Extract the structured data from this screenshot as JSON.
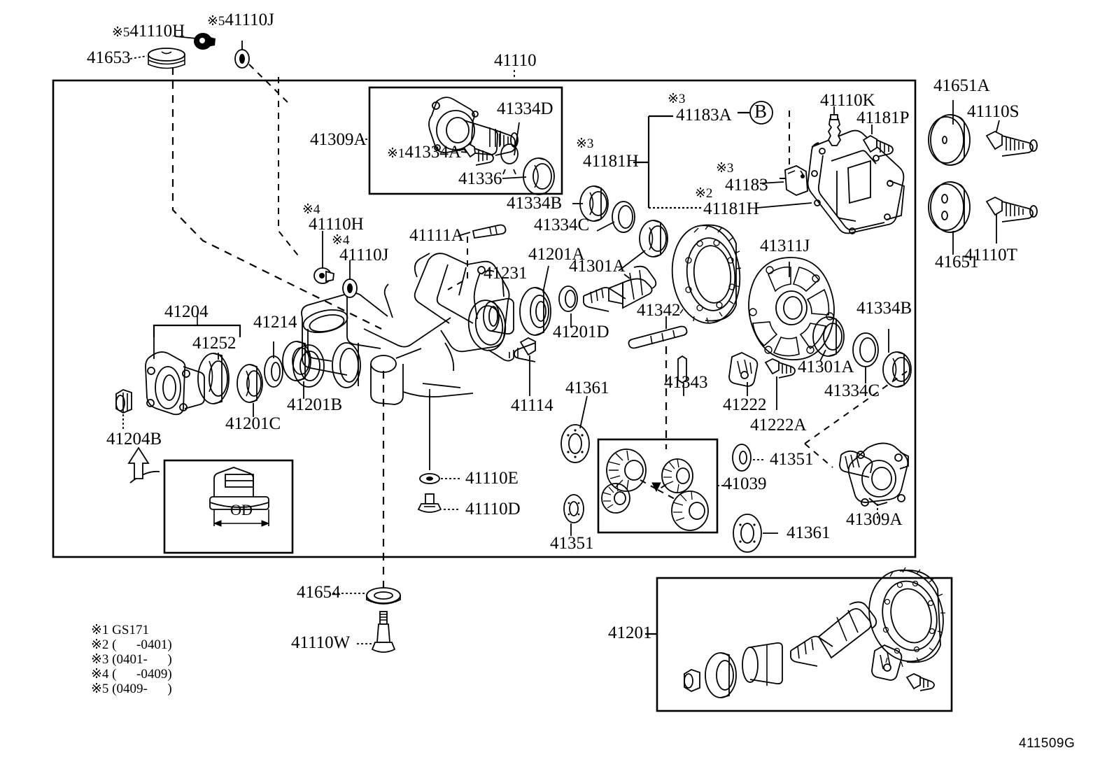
{
  "diagram": {
    "id_code": "411509G",
    "main_label": "41110",
    "inset_od_text": "OD",
    "callout_b": "B"
  },
  "footnotes": {
    "items": [
      "※1 GS171",
      "※2 (      -0401)",
      "※3 (0401-      )",
      "※4 (      -0409)",
      "※5 (0409-      )"
    ]
  },
  "labels": {
    "top_left": [
      {
        "id": "l-41110h-top",
        "mark": "※5",
        "text": "41110H"
      },
      {
        "id": "l-41110j-top",
        "mark": "※5",
        "text": "41110J"
      },
      {
        "id": "l-41653",
        "mark": "",
        "text": "41653"
      }
    ],
    "inset_41309a": [
      {
        "id": "l-41309a",
        "mark": "",
        "text": "41309A"
      },
      {
        "id": "l-41334d",
        "mark": "",
        "text": "41334D"
      },
      {
        "id": "l-41334a",
        "mark": "※1",
        "text": "41334A"
      },
      {
        "id": "l-41336",
        "mark": "",
        "text": "41336"
      }
    ],
    "carrier_group": [
      {
        "id": "l-41181h-left",
        "mark": "※3",
        "text": "41181H"
      },
      {
        "id": "l-41183a",
        "mark": "※3",
        "text": "41183A"
      },
      {
        "id": "l-41183",
        "mark": "※3",
        "text": "41183"
      },
      {
        "id": "l-41181h-low",
        "mark": "※2",
        "text": "41181H"
      },
      {
        "id": "l-41110k",
        "mark": "",
        "text": "41110K"
      },
      {
        "id": "l-41181p",
        "mark": "",
        "text": "41181P"
      }
    ],
    "right_column": [
      {
        "id": "l-41651a",
        "mark": "",
        "text": "41651A"
      },
      {
        "id": "l-41110s",
        "mark": "",
        "text": "41110S"
      },
      {
        "id": "l-41110t",
        "mark": "",
        "text": "41110T"
      },
      {
        "id": "l-41651",
        "mark": "",
        "text": "41651"
      }
    ],
    "center": [
      {
        "id": "l-41334b-top",
        "mark": "",
        "text": "41334B"
      },
      {
        "id": "l-41334c-top",
        "mark": "",
        "text": "41334C"
      },
      {
        "id": "l-41110h-mid",
        "mark": "※4",
        "text": "41110H"
      },
      {
        "id": "l-41110j-mid",
        "mark": "※4",
        "text": "41110J"
      },
      {
        "id": "l-41111a",
        "mark": "",
        "text": "41111A"
      },
      {
        "id": "l-41231",
        "mark": "",
        "text": "41231"
      },
      {
        "id": "l-41201a",
        "mark": "",
        "text": "41201A"
      },
      {
        "id": "l-41301a-top",
        "mark": "",
        "text": "41301A"
      },
      {
        "id": "l-41201d",
        "mark": "",
        "text": "41201D"
      },
      {
        "id": "l-41311j",
        "mark": "",
        "text": "41311J"
      },
      {
        "id": "l-41342",
        "mark": "",
        "text": "41342"
      },
      {
        "id": "l-41343",
        "mark": "",
        "text": "41343"
      },
      {
        "id": "l-41222",
        "mark": "",
        "text": "41222"
      },
      {
        "id": "l-41222a",
        "mark": "",
        "text": "41222A"
      },
      {
        "id": "l-41301a-right",
        "mark": "",
        "text": "41301A"
      },
      {
        "id": "l-41334b-right",
        "mark": "",
        "text": "41334B"
      },
      {
        "id": "l-41334c-right",
        "mark": "",
        "text": "41334C"
      }
    ],
    "left_shaft": [
      {
        "id": "l-41204",
        "mark": "",
        "text": "41204"
      },
      {
        "id": "l-41252",
        "mark": "",
        "text": "41252"
      },
      {
        "id": "l-41214",
        "mark": "",
        "text": "41214"
      },
      {
        "id": "l-41201c",
        "mark": "",
        "text": "41201C"
      },
      {
        "id": "l-41201b",
        "mark": "",
        "text": "41201B"
      },
      {
        "id": "l-41204b",
        "mark": "",
        "text": "41204B"
      }
    ],
    "lower": [
      {
        "id": "l-41114",
        "mark": "",
        "text": "41114"
      },
      {
        "id": "l-41361-top",
        "mark": "",
        "text": "41361"
      },
      {
        "id": "l-41351-left",
        "mark": "",
        "text": "41351"
      },
      {
        "id": "l-41039",
        "mark": "",
        "text": "41039"
      },
      {
        "id": "l-41351-right",
        "mark": "",
        "text": "41351"
      },
      {
        "id": "l-41361-bot",
        "mark": "",
        "text": "41361"
      },
      {
        "id": "l-41309a-bot",
        "mark": "",
        "text": "41309A"
      },
      {
        "id": "l-41110e",
        "mark": "",
        "text": "41110E"
      },
      {
        "id": "l-41110d",
        "mark": "",
        "text": "41110D"
      }
    ],
    "bottom": [
      {
        "id": "l-41654",
        "mark": "",
        "text": "41654"
      },
      {
        "id": "l-41110w",
        "mark": "",
        "text": "41110W"
      },
      {
        "id": "l-41201-inset",
        "mark": "",
        "text": "41201"
      }
    ]
  }
}
